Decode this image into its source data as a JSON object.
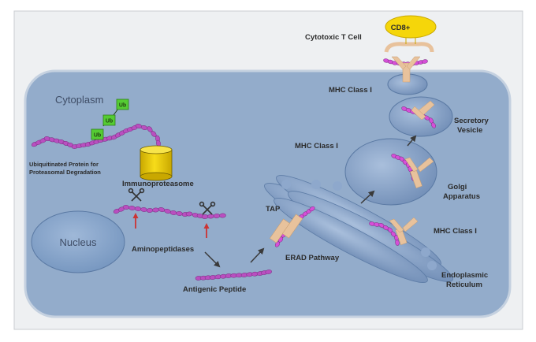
{
  "labels": {
    "cd8": "CD8+",
    "cytotoxic_t_cell": "Cytotoxic T Cell",
    "mhc_class_i_top": "MHC Class I",
    "cytoplasm": "Cytoplasm",
    "ub": "Ub",
    "secretory_vesicle_line1": "Secretory",
    "secretory_vesicle_line2": "Vesicle",
    "mhc_class_i_golgi": "MHC Class I",
    "ubiquitinated_line1": "Ubiquitinated Protein for",
    "ubiquitinated_line2": "Proteasomal Degradation",
    "immunoproteasome": "Immunoproteasome",
    "golgi_line1": "Golgi",
    "golgi_line2": "Apparatus",
    "tap": "TAP",
    "nucleus": "Nucleus",
    "mhc_class_i_er": "MHC Class I",
    "aminopeptidases": "Aminopeptidases",
    "erad_pathway": "ERAD Pathway",
    "er_line1": "Endoplasmic",
    "er_line2": "Reticulum",
    "antigenic_peptide": "Antigenic Peptide"
  },
  "colors": {
    "cell_fill": "#8fa9c9",
    "bead": "#b94fc0",
    "bead_bright": "#d64fd8",
    "ub_box": "#55cc33",
    "proteasome": "#f5d60a",
    "mhc": "#e8c29c",
    "red_arrow": "#cc3333"
  }
}
